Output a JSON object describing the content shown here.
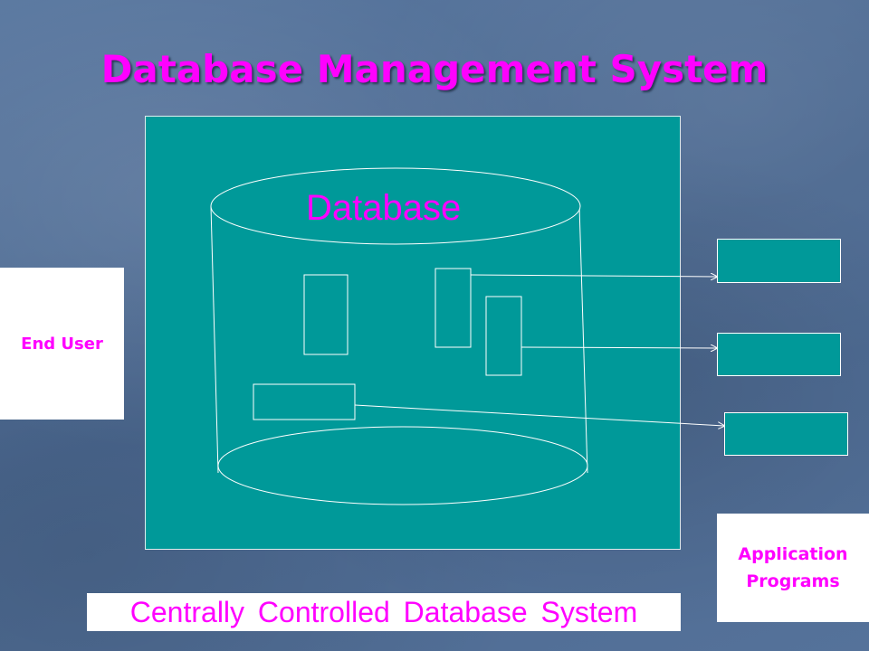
{
  "slide": {
    "title": "Database Management System",
    "database_label": "Database",
    "end_user_label": "End User",
    "application_programs": {
      "line1": "Application",
      "line2": "Programs"
    },
    "caption": "Centrally Controlled Database System"
  },
  "colors": {
    "background": "#4f6d96",
    "panel": "#009999",
    "title_text": "#ff00ff",
    "label_text": "#ff00ff",
    "label_box": "#ffffff"
  }
}
